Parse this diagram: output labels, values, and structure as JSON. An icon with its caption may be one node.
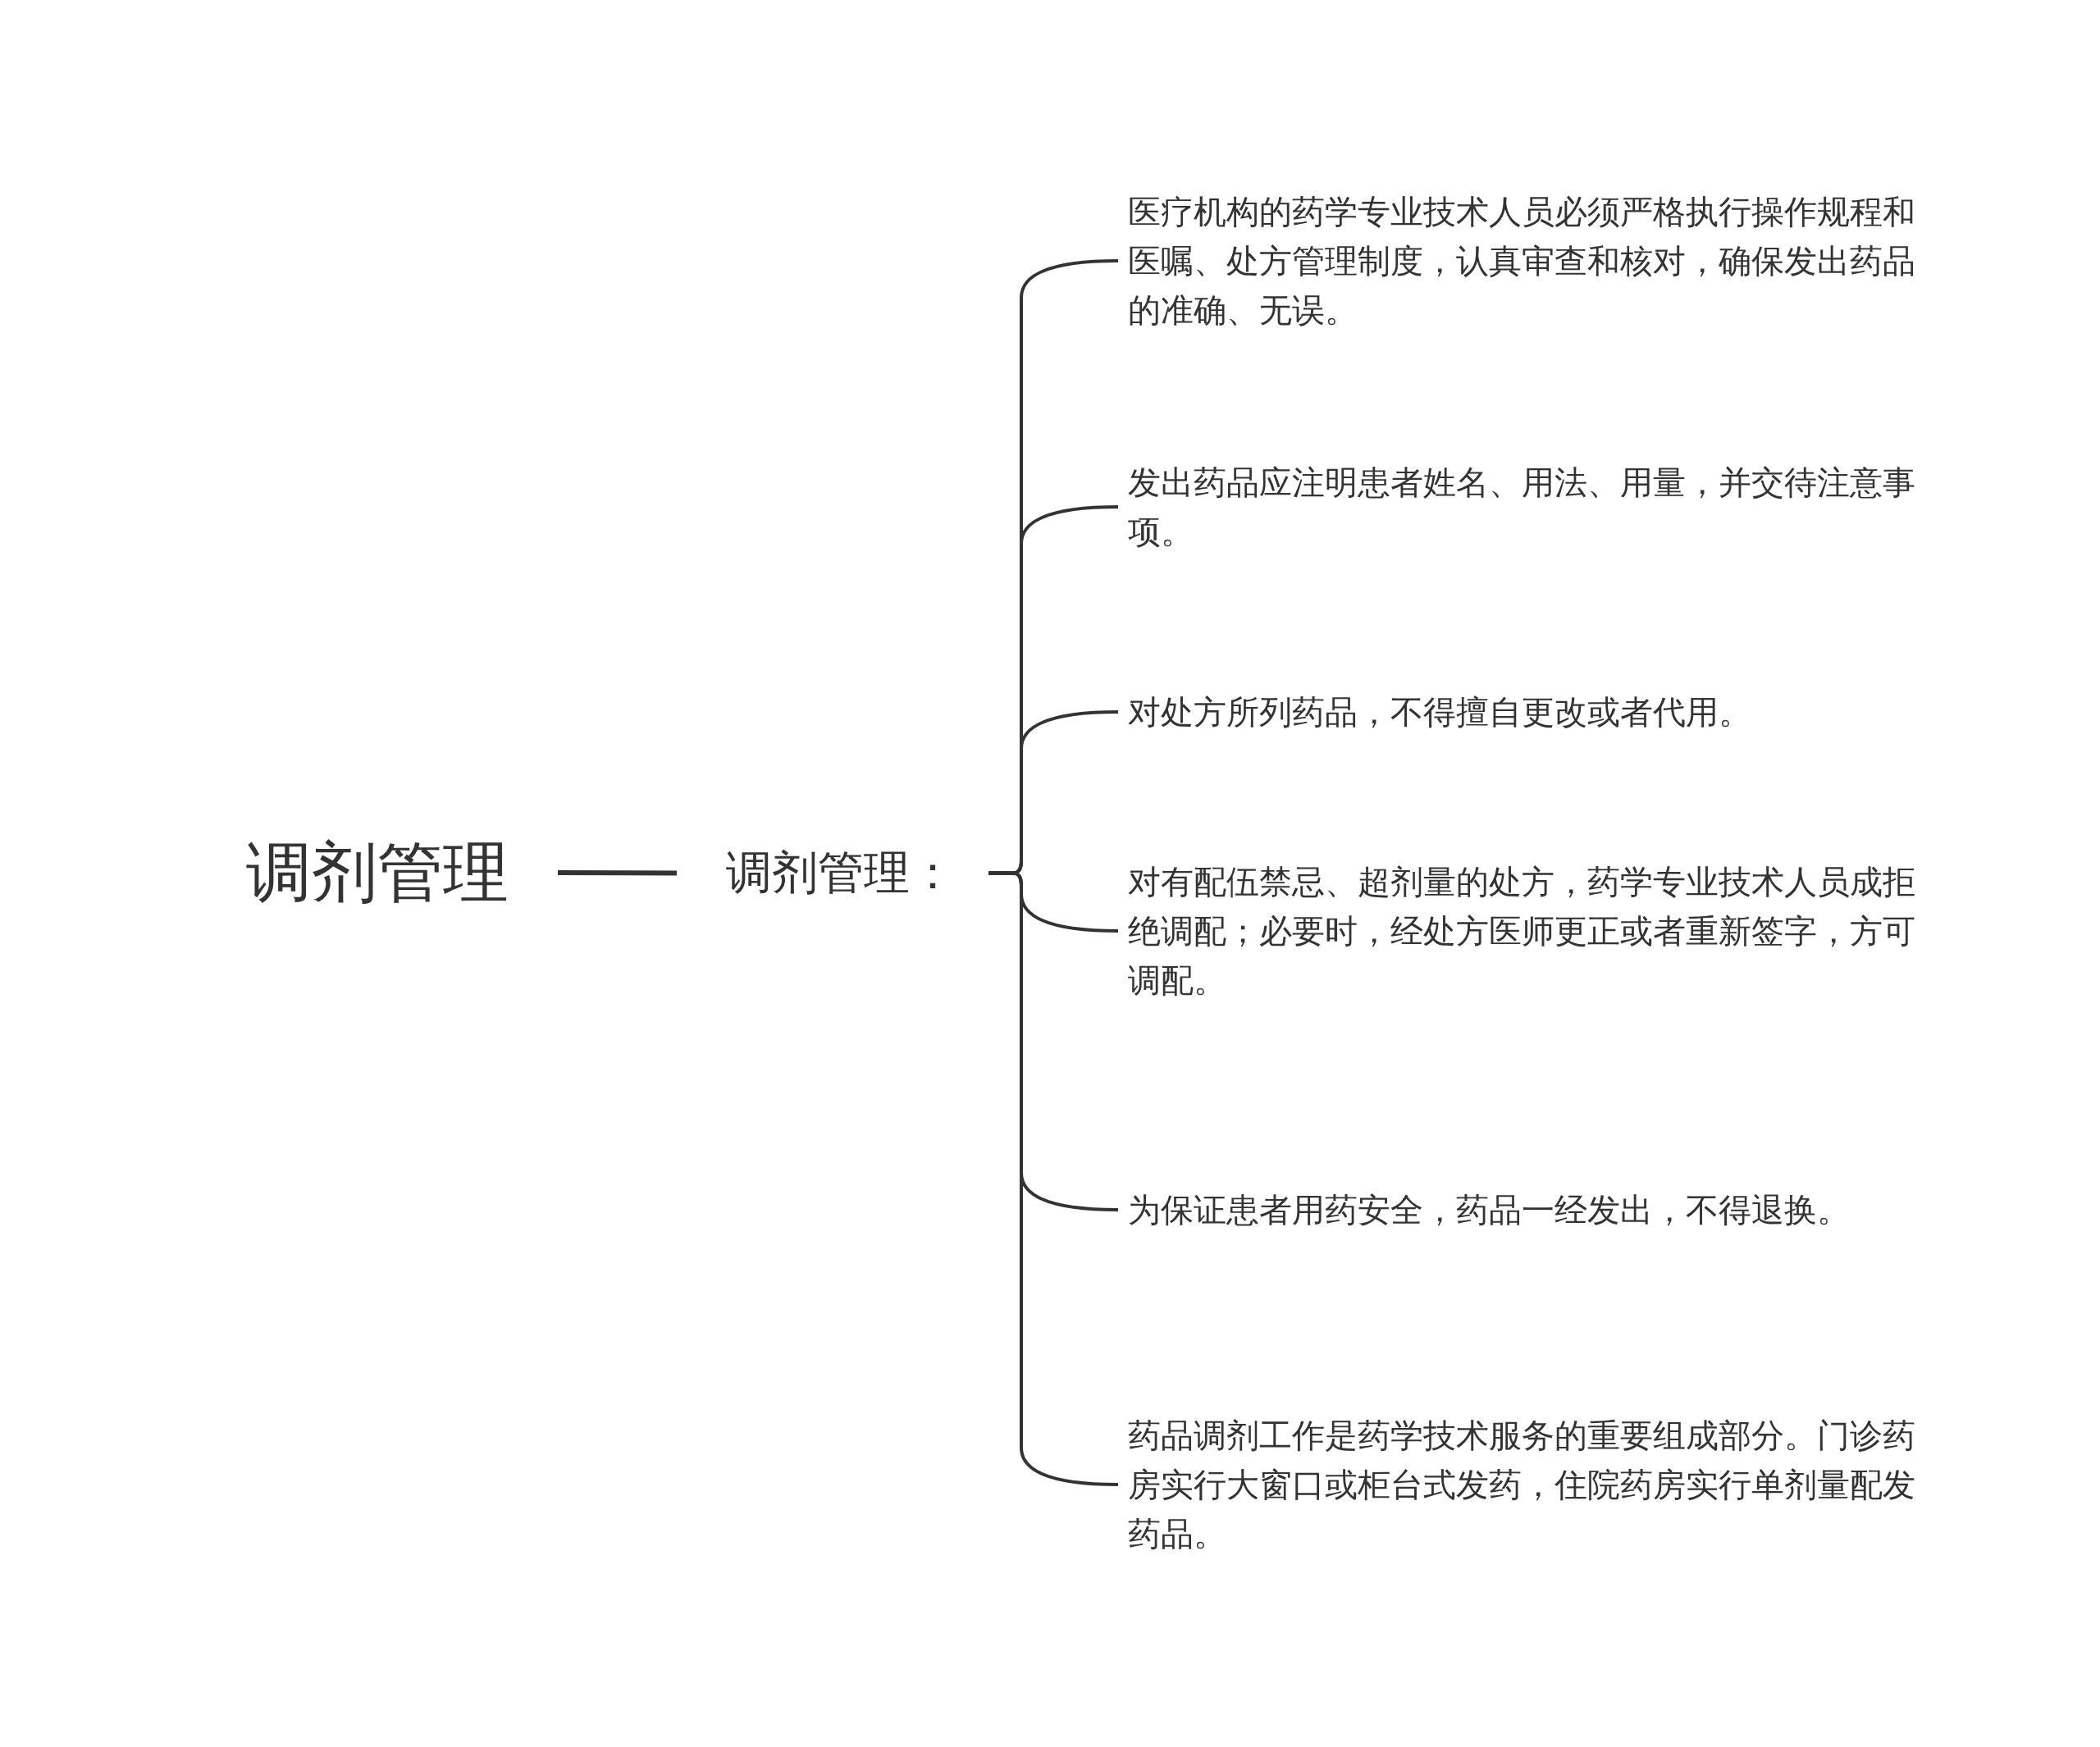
{
  "diagram": {
    "nodes": [
      {
        "text": [
          "调剂管理"
        ]
      },
      {
        "text": [
          "调剂管理："
        ]
      },
      {
        "text": [
          "医疗机构的药学专业技术人员必须严格执行操作规程和医嘱、处方管理制度，认真审查和核对，确保发出药品的准确、无误。"
        ]
      },
      {
        "text": [
          "发出药品应注明患者姓名、用法、用量，并交待注意事项。"
        ]
      },
      {
        "text": [
          "对处方所列药品，不得擅自更改或者代用。"
        ]
      },
      {
        "text": [
          "对有配伍禁忌、超剂量的处方，药学专业技术人员成拒绝调配；必要时，经处方医师更正或者重新签字，方可调配。"
        ]
      },
      {
        "text": [
          "为保证患者用药安全，药品一经发出，不得退换。"
        ]
      },
      {
        "text": [
          "药品调剂工作是药学技术服务的重要组成部分。门诊药房实行大窗口或柜台式发药，住院药房实行单剂量配发药品。"
        ]
      }
    ],
    "edges": [
      {
        "from": 0,
        "to": 1,
        "arrow": "none"
      },
      {
        "from": 1,
        "to": 2,
        "arrow": "none"
      },
      {
        "from": 1,
        "to": 3,
        "arrow": "none"
      },
      {
        "from": 1,
        "to": 4,
        "arrow": "none"
      },
      {
        "from": 1,
        "to": 5,
        "arrow": "none"
      },
      {
        "from": 1,
        "to": 6,
        "arrow": "none"
      },
      {
        "from": 1,
        "to": 7,
        "arrow": "none"
      }
    ]
  }
}
